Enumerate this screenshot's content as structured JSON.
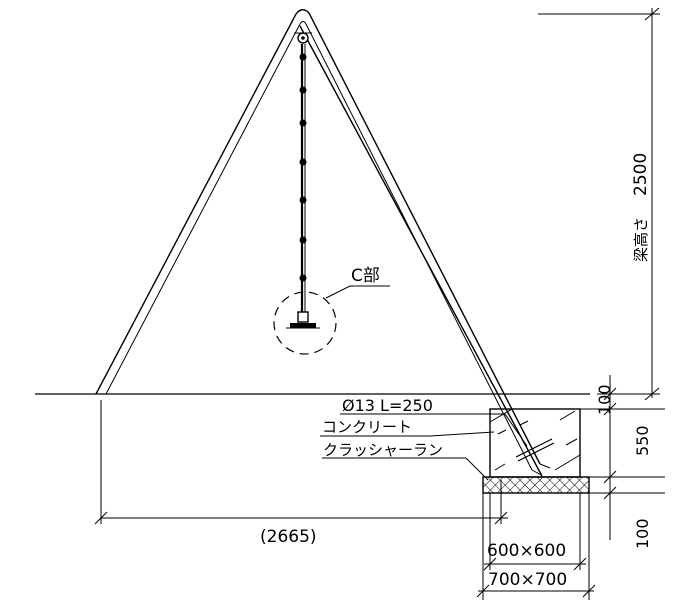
{
  "dimensions": {
    "height_value": "2500",
    "height_label": "梁高さ",
    "embed_above": "100",
    "embed_depth": "550",
    "base_thickness": "100",
    "span": "(2665)",
    "footing_inner": "600×600",
    "footing_outer": "700×700"
  },
  "callouts": {
    "detail": "C部",
    "anchor": "Ø13 L=250",
    "concrete": "コンクリート",
    "crusher_run": "クラッシャーラン"
  }
}
